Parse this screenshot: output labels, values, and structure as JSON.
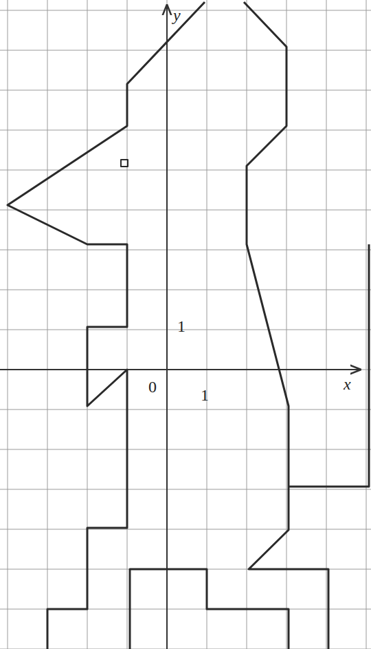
{
  "diagram": {
    "labels": [
      "y",
      "1",
      "x",
      "0",
      "1"
    ]
  }
}
